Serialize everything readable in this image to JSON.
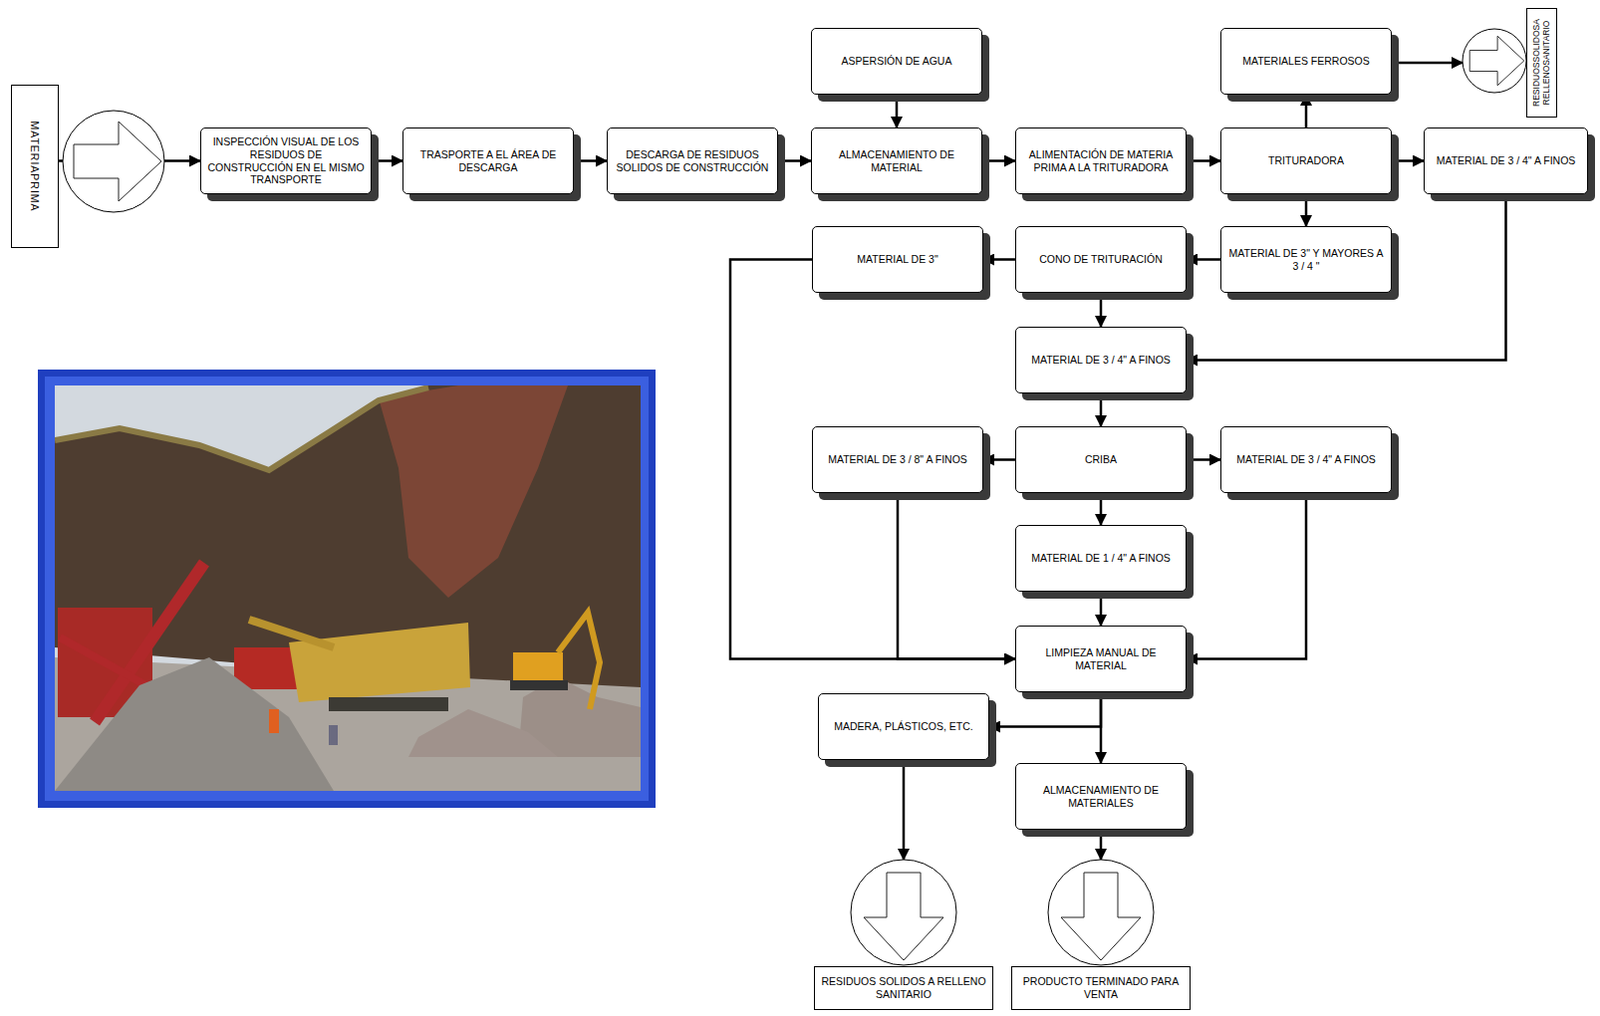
{
  "diagram": {
    "nodes": [
      {
        "text": [
          "MATERIAPRIMA"
        ]
      },
      {
        "text": [
          "INSPECCIÓN VISUAL DE LOS RESIDUOS DE CONSTRUCCIÓN EN EL MISMO TRANSPORTE"
        ]
      },
      {
        "text": [
          "TRASPORTE A EL ÁREA DE DESCARGA"
        ]
      },
      {
        "text": [
          "DESCARGA DE RESIDUOS SOLIDOS DE CONSTRUCCIÓN"
        ]
      },
      {
        "text": [
          "ASPERSIÓN DE AGUA"
        ]
      },
      {
        "text": [
          "ALMACENAMIENTO DE MATERIAL"
        ]
      },
      {
        "text": [
          "ALIMENTACIÓN DE MATERIA PRIMA A LA TRITURADORA"
        ]
      },
      {
        "text": [
          "MATERIALES FERROSOS"
        ]
      },
      {
        "text": [
          "RESIDUOSSOLIDOSA RELLENOSANITARIO"
        ]
      },
      {
        "text": [
          "TRITURADORA"
        ]
      },
      {
        "text": [
          "MATERIAL DE 3 / 4\" A FINOS"
        ]
      },
      {
        "text": [
          "MATERIAL DE 3\""
        ]
      },
      {
        "text": [
          "CONO DE TRITURACIÓN"
        ]
      },
      {
        "text": [
          "MATERIAL DE 3\" Y MAYORES A 3 / 4 \""
        ]
      },
      {
        "text": [
          "MATERIAL DE 3 / 4\" A FINOS"
        ]
      },
      {
        "text": [
          "MATERIAL DE 3 / 8\" A FINOS"
        ]
      },
      {
        "text": [
          "CRIBA"
        ]
      },
      {
        "text": [
          "MATERIAL DE 3 / 4\" A FINOS"
        ]
      },
      {
        "text": [
          "MATERIAL DE 1 / 4\" A FINOS"
        ]
      },
      {
        "text": [
          "LIMPIEZA MANUAL DE MATERIAL"
        ]
      },
      {
        "text": [
          "MADERA, PLÁSTICOS, ETC."
        ]
      },
      {
        "text": [
          "ALMACENAMIENTO DE MATERIALES"
        ]
      },
      {
        "text": [
          "RESIDUOS SOLIDOS A RELLENO SANITARIO"
        ]
      },
      {
        "text": [
          "PRODUCTO TERMINADO PARA VENTA"
        ]
      }
    ],
    "edges": [
      {
        "from": 0,
        "to": 1,
        "arrow": "to"
      },
      {
        "from": 1,
        "to": 2,
        "arrow": "to"
      },
      {
        "from": 2,
        "to": 3,
        "arrow": "to"
      },
      {
        "from": 3,
        "to": 5,
        "arrow": "to"
      },
      {
        "from": 4,
        "to": 5,
        "arrow": "to"
      },
      {
        "from": 5,
        "to": 6,
        "arrow": "to"
      },
      {
        "from": 6,
        "to": 9,
        "arrow": "to"
      },
      {
        "from": 9,
        "to": 7,
        "arrow": "to"
      },
      {
        "from": 7,
        "to": 8,
        "arrow": "to"
      },
      {
        "from": 9,
        "to": 10,
        "arrow": "to"
      },
      {
        "from": 9,
        "to": 13,
        "arrow": "to"
      },
      {
        "from": 13,
        "to": 12,
        "arrow": "to"
      },
      {
        "from": 12,
        "to": 11,
        "arrow": "to"
      },
      {
        "from": 12,
        "to": 14,
        "arrow": "to"
      },
      {
        "from": 10,
        "to": 14,
        "arrow": "to"
      },
      {
        "from": 14,
        "to": 16,
        "arrow": "to"
      },
      {
        "from": 16,
        "to": 15,
        "arrow": "to"
      },
      {
        "from": 16,
        "to": 17,
        "arrow": "to"
      },
      {
        "from": 16,
        "to": 18,
        "arrow": "to"
      },
      {
        "from": 18,
        "to": 19,
        "arrow": "to"
      },
      {
        "from": 11,
        "to": 19,
        "arrow": "to"
      },
      {
        "from": 15,
        "to": 19,
        "arrow": "to"
      },
      {
        "from": 17,
        "to": 19,
        "arrow": "to"
      },
      {
        "from": 19,
        "to": 20,
        "arrow": "to"
      },
      {
        "from": 19,
        "to": 21,
        "arrow": "to"
      },
      {
        "from": 20,
        "to": 22,
        "arrow": "to"
      },
      {
        "from": 21,
        "to": 23,
        "arrow": "to"
      }
    ]
  }
}
